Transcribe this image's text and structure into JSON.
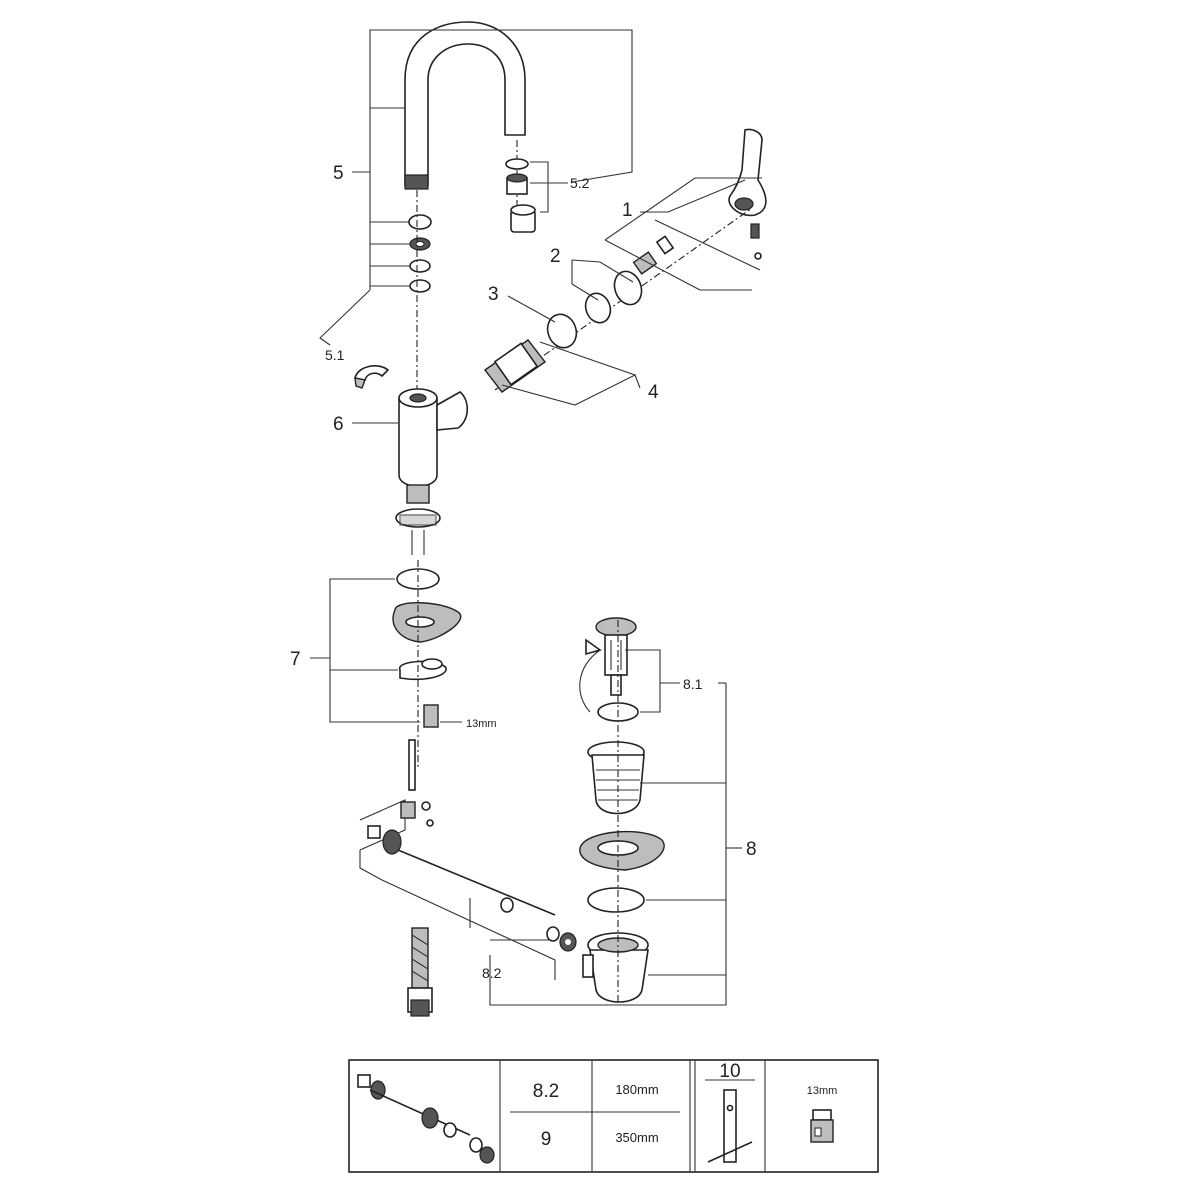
{
  "callouts": {
    "c1": "1",
    "c2": "2",
    "c3": "3",
    "c4": "4",
    "c5": "5",
    "c5_1": "5.1",
    "c5_2": "5.2",
    "c6": "6",
    "c7": "7",
    "c8": "8",
    "c8_1": "8.1",
    "c8_2": "8.2",
    "size_13mm": "13mm"
  },
  "table": {
    "row1_code": "8.2",
    "row1_length": "180mm",
    "row2_code": "9",
    "row2_length": "350mm",
    "tool_code": "10",
    "tool_size": "13mm"
  }
}
